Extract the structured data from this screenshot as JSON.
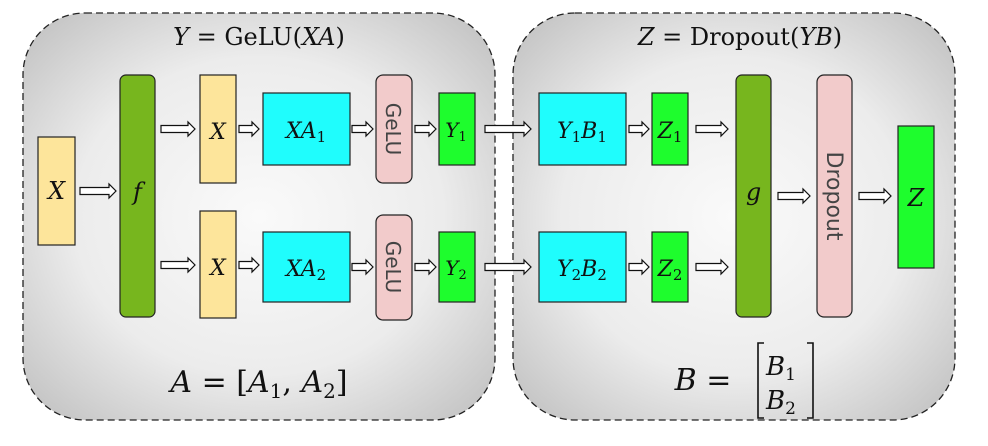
{
  "diagram": {
    "title": "Tensor-parallel MLP block (GeLU + Dropout)",
    "left_panel": {
      "title_lhs": "Y",
      "title_op": " = GeLU(",
      "title_arg": "XA",
      "title_close": ")",
      "footer_lhs": "A",
      "footer_eq": " = [",
      "footer_a1": "A",
      "footer_a1_sub": "1",
      "footer_sep": ", ",
      "footer_a2": "A",
      "footer_a2_sub": "2",
      "footer_close": "]"
    },
    "right_panel": {
      "title_lhs": "Z",
      "title_op": " = Dropout(",
      "title_arg": "YB",
      "title_close": ")",
      "footer_lhs": "B",
      "footer_eq": " =",
      "footer_b1": "B",
      "footer_b1_sub": "1",
      "footer_b2": "B",
      "footer_b2_sub": "2"
    },
    "nodes": {
      "input_x": "X",
      "f": "f",
      "x_top": "X",
      "x_bottom": "X",
      "xa1_main": "XA",
      "xa1_sub": "1",
      "xa2_main": "XA",
      "xa2_sub": "2",
      "gelu_top": "GeLU",
      "gelu_bottom": "GeLU",
      "y1_main": "Y",
      "y1_sub": "1",
      "y2_main": "Y",
      "y2_sub": "2",
      "y1b1_a": "Y",
      "y1b1_a_sub": "1",
      "y1b1_b": "B",
      "y1b1_b_sub": "1",
      "y2b2_a": "Y",
      "y2b2_a_sub": "2",
      "y2b2_b": "B",
      "y2b2_b_sub": "2",
      "z1_main": "Z",
      "z1_sub": "1",
      "z2_main": "Z",
      "z2_sub": "2",
      "g": "g",
      "dropout": "Dropout",
      "output_z": "Z"
    },
    "colors": {
      "input_yellow": "#fde59b",
      "dark_green": "#77b61e",
      "cyan": "#1ffdfd",
      "pink": "#f2cbcb",
      "bright_green": "#1efd2d",
      "panel_gray": "#cccccc",
      "panel_center": "#fafafa"
    }
  }
}
